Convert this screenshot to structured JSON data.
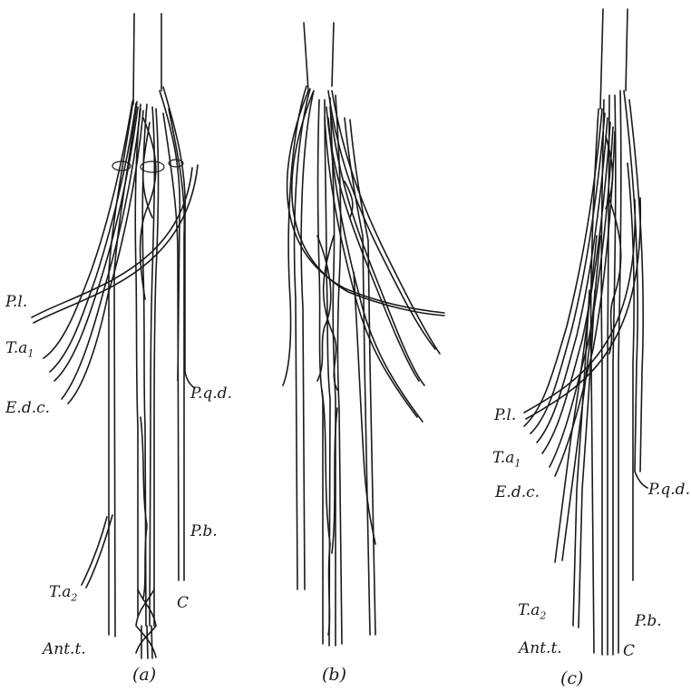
{
  "figures": [
    {
      "caption": "(a)",
      "labels": {
        "pl": "P.l.",
        "ta1": "T.a",
        "ta1_sub": "1",
        "edc": "E.d.c.",
        "pqd": "P.q.d.",
        "pb": "P.b.",
        "ta2": "T.a",
        "ta2_sub": "2",
        "c": "C",
        "antt": "Ant.t."
      }
    },
    {
      "caption": "(b)",
      "labels": {}
    },
    {
      "caption": "(c)",
      "labels": {
        "pl": "P.l.",
        "ta1": "T.a",
        "ta1_sub": "1",
        "edc": "E.d.c.",
        "pqd": "P.q.d.",
        "ta2": "T.a",
        "ta2_sub": "2",
        "pb": "P.b.",
        "antt": "Ant.t.",
        "c": "C"
      }
    }
  ],
  "colors": {
    "ink": "#1a1a1a",
    "paper": "#ffffff"
  }
}
